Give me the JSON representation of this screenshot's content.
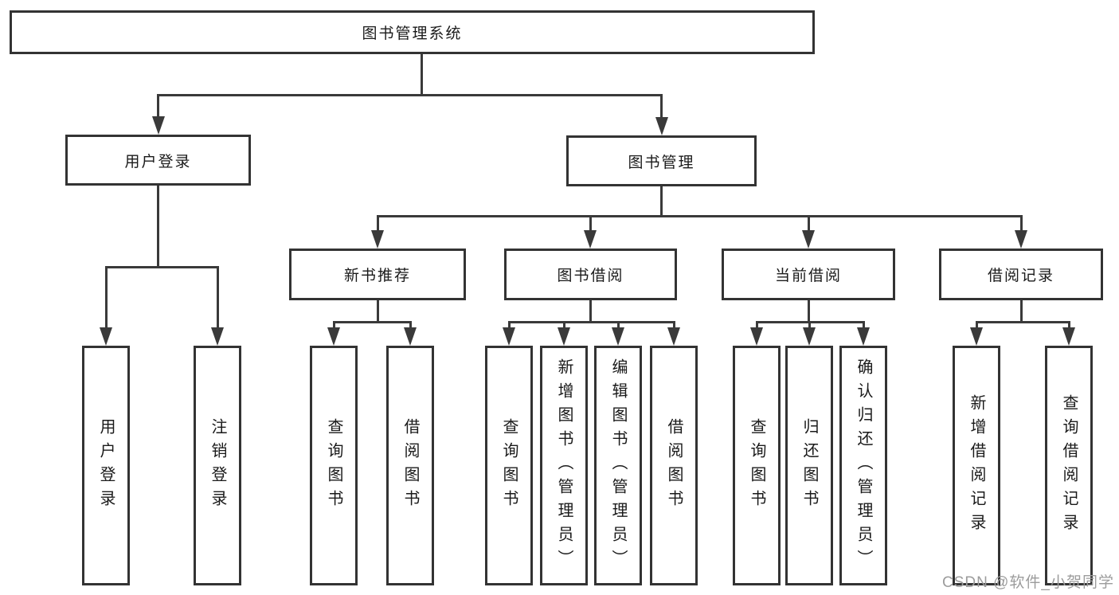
{
  "diagram": {
    "nodes": {
      "root": {
        "label": "图书管理系统"
      },
      "user_login": {
        "label": "用户登录"
      },
      "book_mgmt": {
        "label": "图书管理"
      },
      "new_book": {
        "label": "新书推荐"
      },
      "book_borrow": {
        "label": "图书借阅"
      },
      "current_borrow": {
        "label": "当前借阅"
      },
      "borrow_records": {
        "label": "借阅记录"
      },
      "leaf_user_login": {
        "label": "用户登录"
      },
      "leaf_logout": {
        "label": "注销登录"
      },
      "leaf_nb_query": {
        "label": "查询图书"
      },
      "leaf_nb_borrow": {
        "label": "借阅图书"
      },
      "leaf_bb_query": {
        "label": "查询图书"
      },
      "leaf_bb_add": {
        "label": "新增图书（管理员）"
      },
      "leaf_bb_edit": {
        "label": "编辑图书（管理员）"
      },
      "leaf_bb_borrow": {
        "label": "借阅图书"
      },
      "leaf_cb_query": {
        "label": "查询图书"
      },
      "leaf_cb_return": {
        "label": "归还图书"
      },
      "leaf_cb_confirm": {
        "label": "确认归还（管理员）"
      },
      "leaf_br_add": {
        "label": "新增借阅记录"
      },
      "leaf_br_query": {
        "label": "查询借阅记录"
      }
    },
    "hierarchy": {
      "图书管理系统": {
        "用户登录": [
          "用户登录",
          "注销登录"
        ],
        "图书管理": {
          "新书推荐": [
            "查询图书",
            "借阅图书"
          ],
          "图书借阅": [
            "查询图书",
            "新增图书（管理员）",
            "编辑图书（管理员）",
            "借阅图书"
          ],
          "当前借阅": [
            "查询图书",
            "归还图书",
            "确认归还（管理员）"
          ],
          "借阅记录": [
            "新增借阅记录",
            "查询借阅记录"
          ]
        }
      }
    },
    "watermark": "CSDN @软件_小贺同学",
    "colors": {
      "line": "#3a3a3a",
      "box_border": "#333333",
      "text": "#1a1a1a",
      "watermark": "#9c9c9c",
      "background": "#ffffff"
    }
  }
}
